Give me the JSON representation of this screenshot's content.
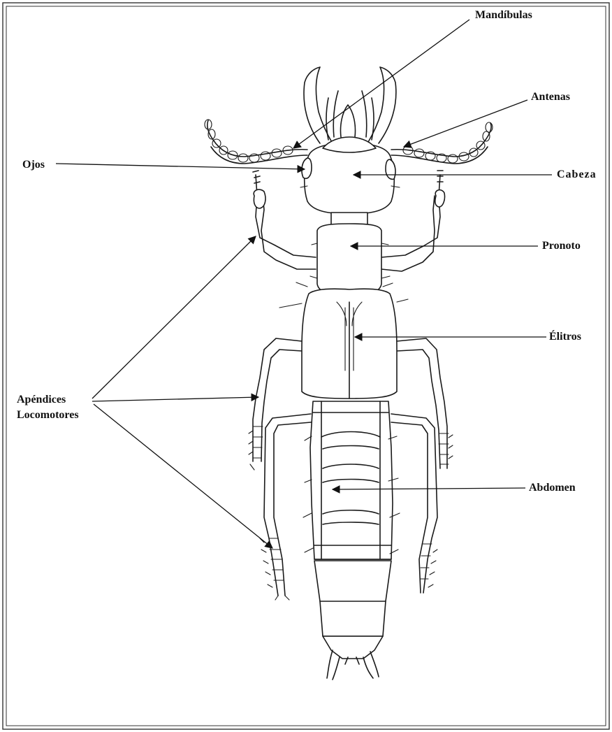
{
  "labels": {
    "mandibulas": "Mandíbulas",
    "antenas": "Antenas",
    "ojos": "Ojos",
    "cabeza": "Cabeza",
    "pronoto": "Pronoto",
    "elitros": "Élitros",
    "apendices_line1": "Apéndices",
    "apendices_line2": "Locomotores",
    "abdomen": "Abdomen"
  },
  "colors": {
    "ink": "#1a1a1a",
    "background": "#ffffff"
  }
}
